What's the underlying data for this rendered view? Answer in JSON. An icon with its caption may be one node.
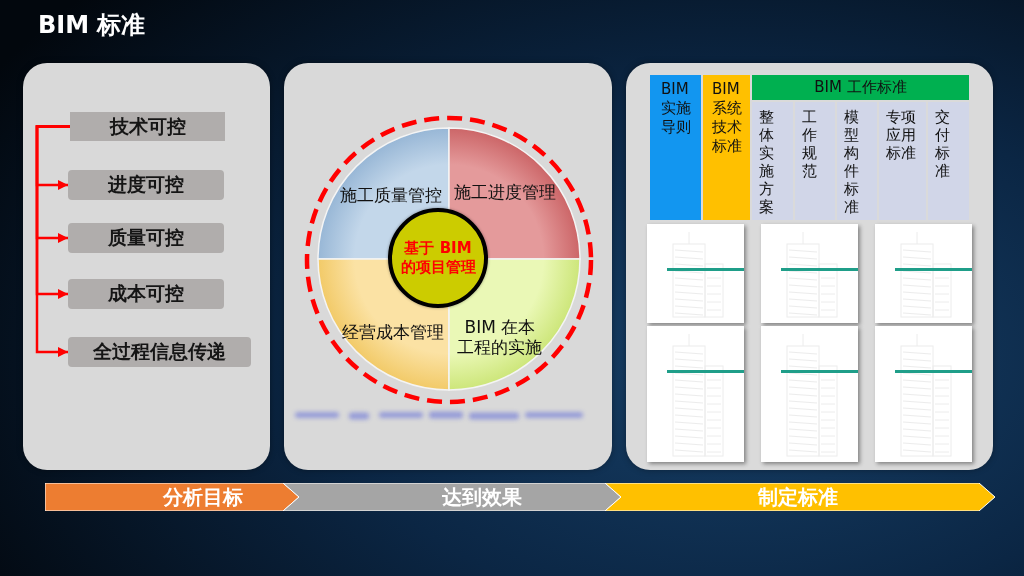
{
  "diagram": {
    "title": "BIM 标准",
    "nodes": [
      {
        "text": [],
        "shape": "box"
      },
      {
        "text": [
          "技术可控"
        ],
        "in": 0
      },
      {
        "text": [
          "进度可控"
        ],
        "in": 0
      },
      {
        "text": [
          "质量可控"
        ],
        "in": 0
      },
      {
        "text": [
          "成本可控"
        ],
        "in": 0
      },
      {
        "text": [
          "全过程信息传递"
        ],
        "in": 0
      },
      {
        "text": [],
        "shape": "box"
      },
      {
        "text": [
          "施工质量管控"
        ],
        "in": 6
      },
      {
        "text": [
          "施工进度管理"
        ],
        "in": 6
      },
      {
        "text": [
          "基于 BIM的项目管理"
        ],
        "in": 6
      },
      {
        "text": [
          "经营成本管理"
        ],
        "in": 6
      },
      {
        "text": [
          "BIM 在本工程的实施"
        ],
        "in": 6
      },
      {
        "text": [],
        "shape": "box"
      },
      {
        "text": [
          "BIM实施导则"
        ],
        "in": 12
      },
      {
        "text": [
          "BIM系统技术标准"
        ],
        "in": 12
      },
      {
        "text": [
          "BIM 工作标准"
        ],
        "in": 12
      },
      {
        "text": [
          "整体实施方案"
        ],
        "in": 12
      },
      {
        "text": [
          "工作规范"
        ],
        "in": 12
      },
      {
        "text": [
          "模型构件标准"
        ],
        "in": 12
      },
      {
        "text": [
          "专项应用标准"
        ],
        "in": 12
      },
      {
        "text": [
          "交付标准"
        ],
        "in": 12
      },
      {
        "text": [
          "分析目标"
        ]
      },
      {
        "text": [
          "达到效果"
        ]
      },
      {
        "text": [
          "制定标准"
        ]
      }
    ],
    "edges": [
      {
        "from": 1,
        "to": 2,
        "arrow": "to"
      },
      {
        "from": 1,
        "to": 3,
        "arrow": "to"
      },
      {
        "from": 1,
        "to": 4,
        "arrow": "to"
      },
      {
        "from": 1,
        "to": 5,
        "arrow": "to"
      }
    ]
  }
}
